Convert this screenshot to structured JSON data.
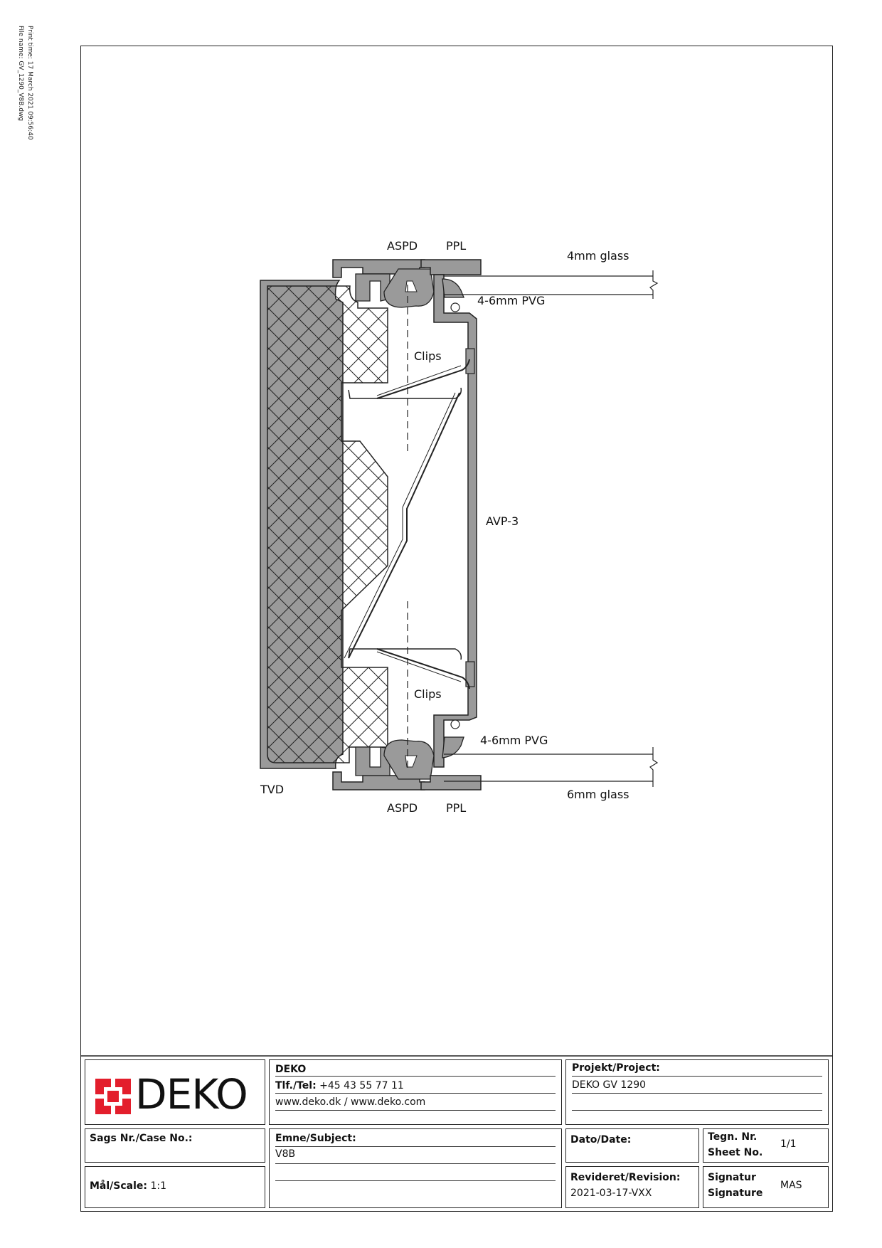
{
  "print_info": {
    "print_time": "Print time: 17 March 2021 09:56:40",
    "file_name": "File name: GV_1290_V8B.dwg"
  },
  "drawing": {
    "labels": {
      "aspd_top": "ASPD",
      "ppl_top": "PPL",
      "glass_top": "4mm glass",
      "pvg_top": "4-6mm PVG",
      "clips_top": "Clips",
      "avp": "AVP-3",
      "clips_bottom": "Clips",
      "pvg_bottom": "4-6mm PVG",
      "tvd": "TVD",
      "glass_bottom": "6mm glass",
      "aspd_bottom": "ASPD",
      "ppl_bottom": "PPL"
    }
  },
  "title_block": {
    "logo": {
      "text": "DEKO",
      "color": "#e31e2c"
    },
    "company": {
      "name": "DEKO",
      "tel_label": "Tlf./Tel:",
      "tel_value": "+45 43 55 77 11",
      "web": "www.deko.dk / www.deko.com"
    },
    "project": {
      "label": "Projekt/Project:",
      "value": "DEKO GV 1290"
    },
    "case_no": {
      "label": "Sags Nr./Case No.:",
      "value": ""
    },
    "subject": {
      "label": "Emne/Subject:",
      "value": "V8B"
    },
    "date": {
      "label": "Dato/Date:",
      "value": ""
    },
    "sheet": {
      "label_1": "Tegn. Nr.",
      "label_2": "Sheet No.",
      "value": "1/1"
    },
    "scale": {
      "label": "Mål/Scale:",
      "value": "1:1"
    },
    "revision": {
      "label": "Revideret/Revision:",
      "value": "2021-03-17-VXX"
    },
    "signature": {
      "label_1": "Signatur",
      "label_2": "Signature",
      "value": "MAS"
    }
  }
}
